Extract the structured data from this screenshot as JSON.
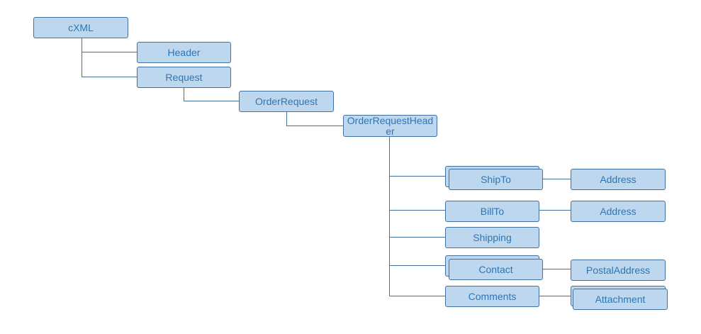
{
  "diagram": {
    "nodes": {
      "cxml": "cXML",
      "header": "Header",
      "request": "Request",
      "order_request": "OrderRequest",
      "order_request_header": "OrderRequestHeader",
      "ship_to": "ShipTo",
      "ship_to_address": "Address",
      "bill_to": "BillTo",
      "bill_to_address": "Address",
      "shipping": "Shipping",
      "contact": "Contact",
      "postal_address": "PostalAddress",
      "comments": "Comments",
      "attachment": "Attachment"
    },
    "colors": {
      "node_fill": "#bdd7ee",
      "node_border": "#41719c",
      "node_text": "#2e75b6",
      "connector": "#41719c"
    }
  }
}
